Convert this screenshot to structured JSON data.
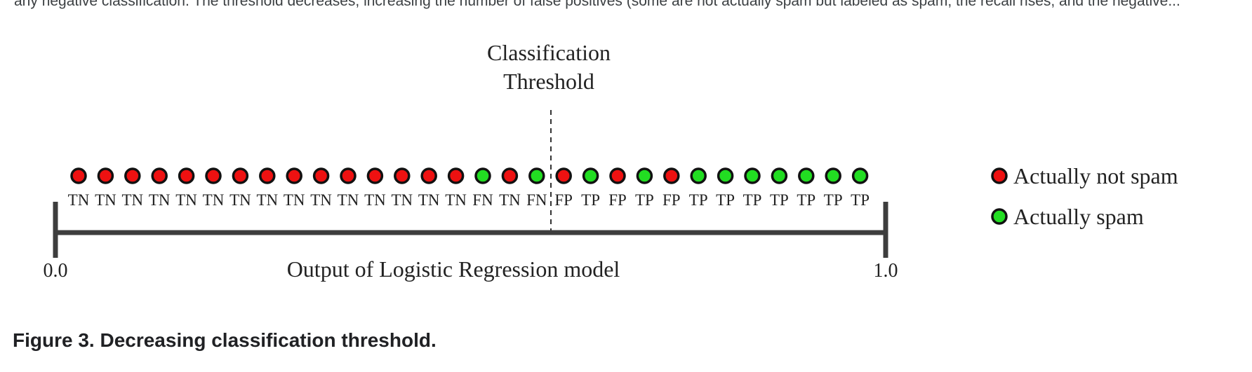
{
  "top_text": "any negative classification. The threshold decreases, increasing the number of false positives (some are not actually spam but labeled as spam; the recall rises, and the negative...",
  "threshold_label_line1": "Classification",
  "threshold_label_line2": "Threshold",
  "axis": {
    "title": "Output of Logistic Regression model",
    "min_label": "0.0",
    "max_label": "1.0"
  },
  "threshold_index": 18,
  "points": [
    {
      "actual": "not_spam",
      "label": "TN"
    },
    {
      "actual": "not_spam",
      "label": "TN"
    },
    {
      "actual": "not_spam",
      "label": "TN"
    },
    {
      "actual": "not_spam",
      "label": "TN"
    },
    {
      "actual": "not_spam",
      "label": "TN"
    },
    {
      "actual": "not_spam",
      "label": "TN"
    },
    {
      "actual": "not_spam",
      "label": "TN"
    },
    {
      "actual": "not_spam",
      "label": "TN"
    },
    {
      "actual": "not_spam",
      "label": "TN"
    },
    {
      "actual": "not_spam",
      "label": "TN"
    },
    {
      "actual": "not_spam",
      "label": "TN"
    },
    {
      "actual": "not_spam",
      "label": "TN"
    },
    {
      "actual": "not_spam",
      "label": "TN"
    },
    {
      "actual": "not_spam",
      "label": "TN"
    },
    {
      "actual": "not_spam",
      "label": "TN"
    },
    {
      "actual": "spam",
      "label": "FN"
    },
    {
      "actual": "not_spam",
      "label": "TN"
    },
    {
      "actual": "spam",
      "label": "FN"
    },
    {
      "actual": "not_spam",
      "label": "FP"
    },
    {
      "actual": "spam",
      "label": "TP"
    },
    {
      "actual": "not_spam",
      "label": "FP"
    },
    {
      "actual": "spam",
      "label": "TP"
    },
    {
      "actual": "not_spam",
      "label": "FP"
    },
    {
      "actual": "spam",
      "label": "TP"
    },
    {
      "actual": "spam",
      "label": "TP"
    },
    {
      "actual": "spam",
      "label": "TP"
    },
    {
      "actual": "spam",
      "label": "TP"
    },
    {
      "actual": "spam",
      "label": "TP"
    },
    {
      "actual": "spam",
      "label": "TP"
    },
    {
      "actual": "spam",
      "label": "TP"
    }
  ],
  "legend": [
    {
      "key": "not_spam",
      "label": "Actually not spam",
      "color": "#ee1111"
    },
    {
      "key": "spam",
      "label": "Actually spam",
      "color": "#22dd22"
    }
  ],
  "colors": {
    "not_spam": "#ee1111",
    "spam": "#22dd22",
    "axis": "#3d3d3d",
    "outline": "#111111"
  },
  "caption": "Figure 3. Decreasing classification threshold."
}
